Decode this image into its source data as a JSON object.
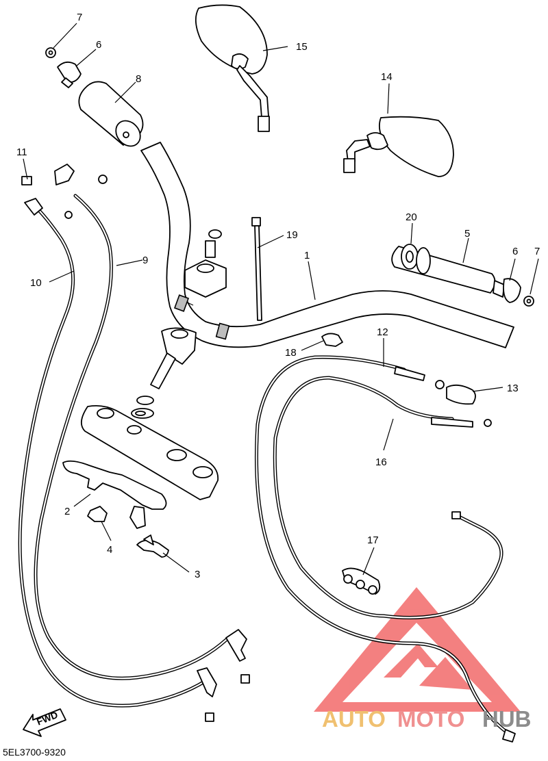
{
  "diagram_code": "5EL3700-9320",
  "fwd_label": "FWD",
  "watermark": {
    "text_part1": "AUTO",
    "text_part2": "MOTO",
    "text_part3": "HUB",
    "color1": "#f0c070",
    "color2": "#f09090",
    "color3": "#8c8c8c",
    "logo_color": "#f26a6a"
  },
  "callouts": [
    {
      "id": "c1",
      "label": "1"
    },
    {
      "id": "c2",
      "label": "2"
    },
    {
      "id": "c3",
      "label": "3"
    },
    {
      "id": "c4",
      "label": "4"
    },
    {
      "id": "c5",
      "label": "5"
    },
    {
      "id": "c6a",
      "label": "6"
    },
    {
      "id": "c6b",
      "label": "6"
    },
    {
      "id": "c7a",
      "label": "7"
    },
    {
      "id": "c7b",
      "label": "7"
    },
    {
      "id": "c8",
      "label": "8"
    },
    {
      "id": "c9",
      "label": "9"
    },
    {
      "id": "c10",
      "label": "10"
    },
    {
      "id": "c11",
      "label": "11"
    },
    {
      "id": "c12",
      "label": "12"
    },
    {
      "id": "c13",
      "label": "13"
    },
    {
      "id": "c14",
      "label": "14"
    },
    {
      "id": "c15",
      "label": "15"
    },
    {
      "id": "c16",
      "label": "16"
    },
    {
      "id": "c17",
      "label": "17"
    },
    {
      "id": "c18",
      "label": "18"
    },
    {
      "id": "c19",
      "label": "19"
    },
    {
      "id": "c20",
      "label": "20"
    }
  ]
}
